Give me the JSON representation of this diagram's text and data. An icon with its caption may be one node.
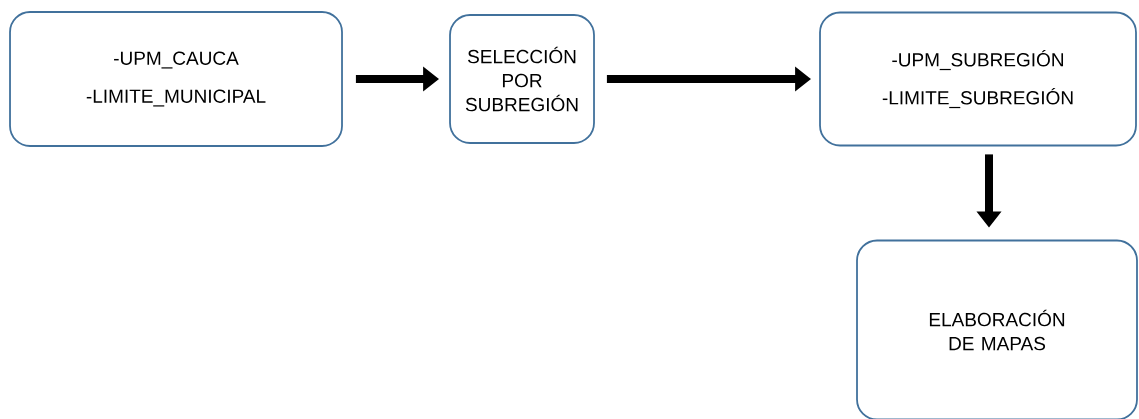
{
  "diagram": {
    "nodes": [
      {
        "text": [
          "-UPM_CAUCA",
          "-LIMITE_MUNICIPAL"
        ]
      },
      {
        "text": [
          "SELECCIÓN POR SUBREGIÓN"
        ]
      },
      {
        "text": [
          "-UPM_SUBREGIÓN",
          "-LIMITE_SUBREGIÓN"
        ]
      },
      {
        "text": [
          "ELABORACIÓN DE MAPAS"
        ]
      }
    ],
    "edges": [
      {
        "from": 0,
        "to": 1,
        "arrow": "to"
      },
      {
        "from": 1,
        "to": 2,
        "arrow": "to"
      },
      {
        "from": 2,
        "to": 3,
        "arrow": "to"
      }
    ]
  }
}
